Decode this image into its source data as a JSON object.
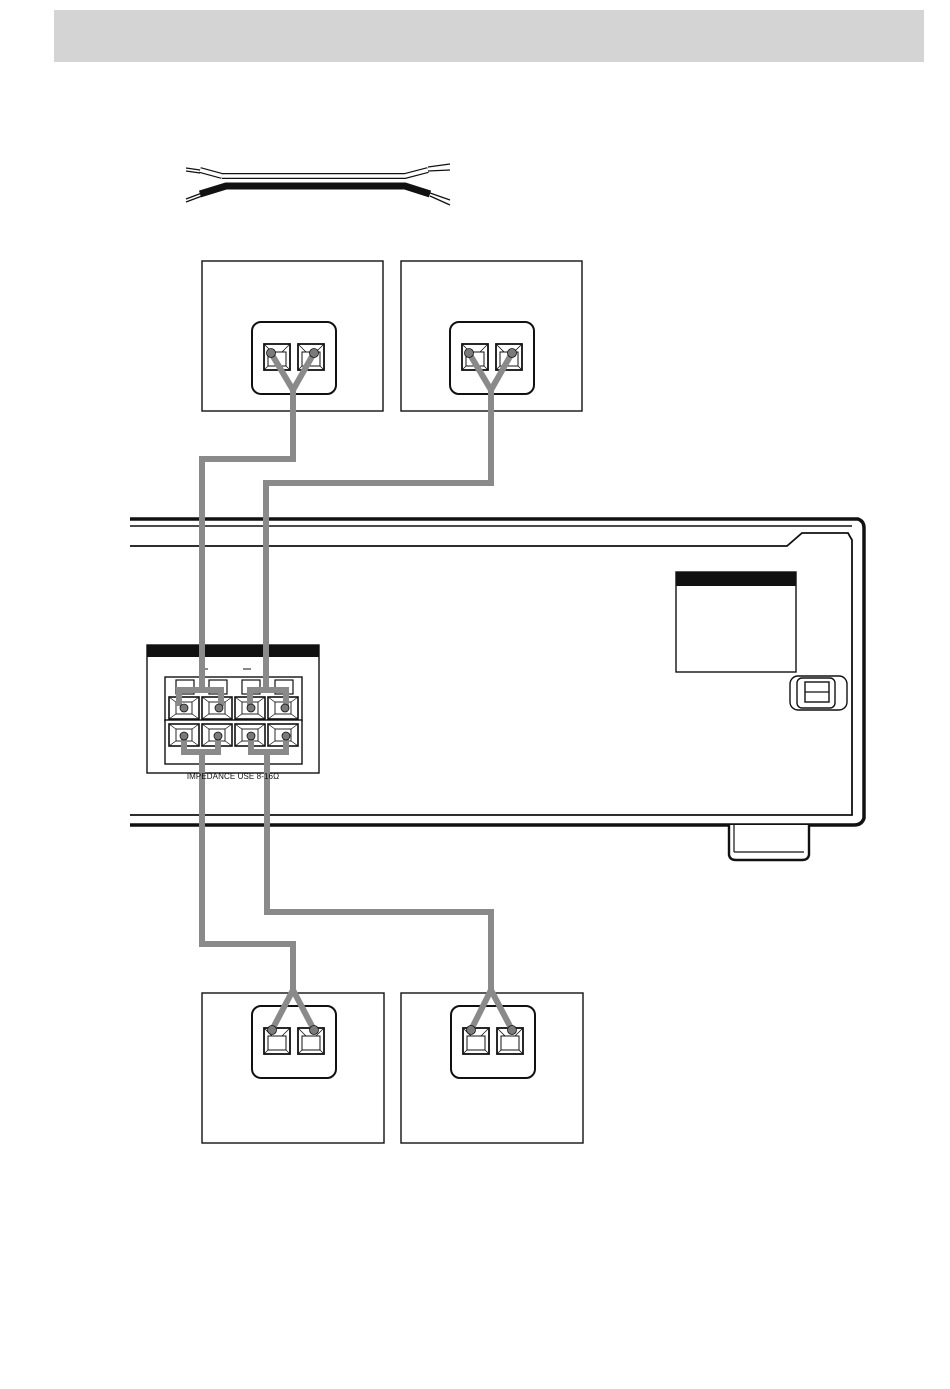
{
  "page": {
    "header_band": ""
  },
  "amplifier": {
    "terminal_panel": {
      "impedance_label": "IMPEDANCE USE 8-16Ω"
    }
  },
  "speakers": [
    {
      "position": "top-left"
    },
    {
      "position": "top-right"
    },
    {
      "position": "bottom-left"
    },
    {
      "position": "bottom-right"
    }
  ],
  "colors": {
    "wire": "#8a8a8a",
    "line": "#111111",
    "header_band": "#d4d4d4"
  }
}
